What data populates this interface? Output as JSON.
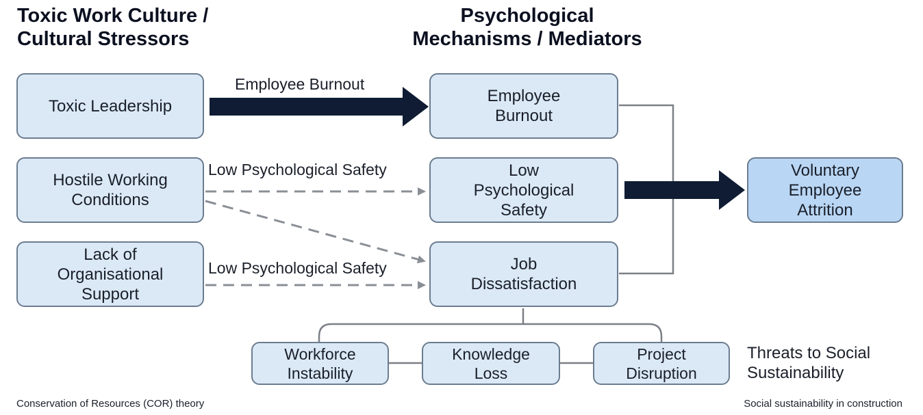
{
  "headings": {
    "left": "Toxic Work Culture /\nCultural Stressors",
    "middle": "Psychological\nMechanisms / Mediators"
  },
  "stressors": {
    "toxic_leadership": "Toxic Leadership",
    "hostile_conditions": "Hostile Working\nConditions",
    "lack_support": "Lack of\nOrganisational\nSupport"
  },
  "mediators": {
    "burnout": "Employee\nBurnout",
    "low_safety": "Low\nPsychological\nSafety",
    "job_dissatisfaction": "Job\nDissatisfaction"
  },
  "outcome": {
    "attrition": "Voluntary\nEmployee\nAttrition"
  },
  "arrow_labels": {
    "burnout": "Employee Burnout",
    "safety_1": "Low Psychological Safety",
    "safety_2": "Low Psychological Safety"
  },
  "threats": {
    "items": [
      "Workforce\nInstability",
      "Knowledge\nLoss",
      "Project\nDisruption"
    ],
    "label": "Threats to Social\nSustainability"
  },
  "footer": {
    "left": "Conservation of Resources (COR) theory",
    "right": "Social sustainability in construction"
  },
  "colors": {
    "box_fill": "#dbe9f7",
    "outcome_fill": "#b9d6f4",
    "box_border": "#6b7c8f",
    "solid_arrow": "#0f1c33",
    "dashed_arrow": "#8a8f96",
    "connector": "#7b7f86"
  }
}
